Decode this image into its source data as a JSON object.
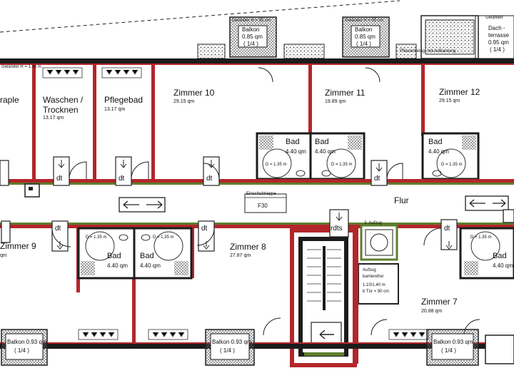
{
  "rooms": {
    "kapelle": {
      "label": "raple"
    },
    "waschen": {
      "label1": "Waschen /",
      "label2": "Trocknen",
      "area": "13.17 qm"
    },
    "pflegebad": {
      "label": "Pflegebad",
      "area": "13.17 qm"
    },
    "zimmer10": {
      "label": "Zimmer 10",
      "area": "29.15 qm"
    },
    "zimmer11": {
      "label": "Zimmer 11",
      "area": "19.89 qm"
    },
    "zimmer12": {
      "label": "Zimmer 12",
      "area": "29.15 qm"
    },
    "zimmer9": {
      "label": "Zimmer 9",
      "area": "qm"
    },
    "zimmer8": {
      "label": "Zimmer 8",
      "area": "27.87 qm"
    },
    "zimmer7": {
      "label": "Zimmer 7",
      "area": "20.88 qm"
    },
    "flur": {
      "label": "Flur"
    }
  },
  "baths": {
    "label": "Bad",
    "area": "4.40 qm",
    "turning": "D = 1.35 m"
  },
  "balconies_top": [
    {
      "head": "Geländer H = 95 cm",
      "label": "Balkon",
      "area": "0.85 qm",
      "share": "( 1/4 )"
    },
    {
      "head": "Geländer H = 95 cm",
      "label": "Balkon",
      "area": "0.85 qm",
      "share": "( 1/4 )"
    }
  ],
  "roof_terrace": {
    "head": "Geländer",
    "label1": "Dach -",
    "label2": "terrasse",
    "area": "0.95 qm",
    "share": "( 1/4 )",
    "note": "Pflasterbelag, mit Aufkantung"
  },
  "balconies_bottom": [
    {
      "label": "Balkon 0.93 qm",
      "share": "( 1/4 )"
    },
    {
      "label": "Balkon 0.93 qm",
      "share": "( 1/4 )"
    },
    {
      "label": "Balkon 0.93 qm",
      "share": "( 1/4 )"
    }
  ],
  "door_tag": "dt",
  "rdts_tag": "rdts",
  "stair_label": "Einschubtreppe",
  "f30_label": "F30",
  "lift": {
    "head": "3. Aufzug",
    "line1": "Aufzug",
    "line2": "barrierefrei",
    "line3": "1.10/1.40 m",
    "line4": "b Tür = 90 cm"
  },
  "corner_note": "Geländer H = 1.35 m",
  "colors": {
    "wall_red": "#b3262b",
    "wall_dark": "#1c1c1c",
    "corridor_green": "#5d7f2d",
    "hatch": "#7a7a7a"
  }
}
